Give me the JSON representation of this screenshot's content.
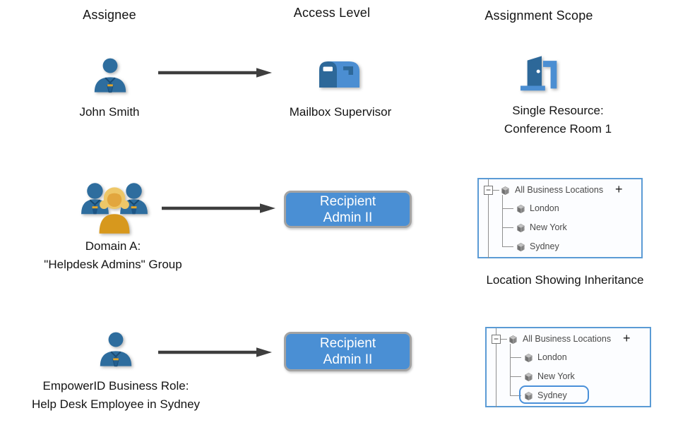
{
  "headers": {
    "assignee": "Assignee",
    "access_level": "Access Level",
    "assignment_scope": "Assignment Scope"
  },
  "row1": {
    "assignee_name": "John Smith",
    "access_label": "Mailbox Supervisor",
    "scope_line1": "Single Resource:",
    "scope_line2": "Conference Room 1"
  },
  "row2": {
    "assignee_line1": "Domain A:",
    "assignee_line2": "\"Helpdesk Admins\" Group",
    "button_line1": "Recipient",
    "button_line2": "Admin II",
    "caption": "Location Showing Inheritance"
  },
  "row3": {
    "assignee_line1": "EmpowerID Business Role:",
    "assignee_line2": "Help Desk Employee in Sydney",
    "button_line1": "Recipient",
    "button_line2": "Admin II",
    "selected_location": "Sydney"
  },
  "tree": {
    "collapse_glyph": "−",
    "add_label": "+",
    "root_label": "All Business Locations",
    "children": [
      "London",
      "New York",
      "Sydney"
    ]
  },
  "icons": {
    "row1_assignee": "user-icon",
    "row2_assignee": "group-icon",
    "row3_assignee": "user-icon",
    "row1_access": "mailbox-icon",
    "row1_scope": "door-icon",
    "tree_node": "building-icon"
  },
  "colors": {
    "icon_blue_dark": "#2d6899",
    "icon_blue_light": "#4b8ed2",
    "icon_gold": "#d7981d",
    "button_fill": "#4a8fd4",
    "button_border": "#a3a3a3",
    "panel_border": "#5b9bd5",
    "highlight_border": "#4a90d9",
    "arrow": "#3e3e3e",
    "tree_text": "#4a4a4a"
  }
}
